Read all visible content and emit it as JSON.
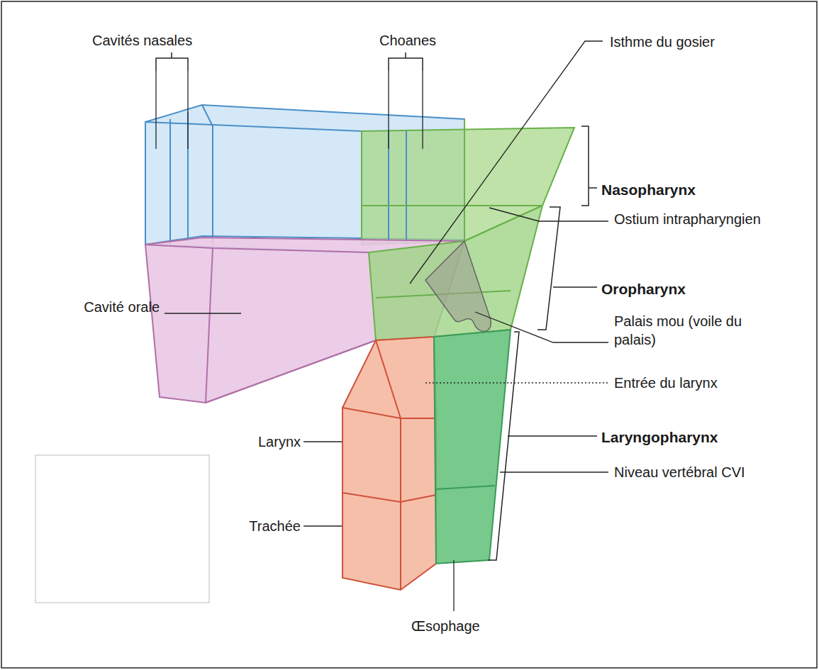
{
  "diagram": {
    "labels": [
      "Cavités nasales",
      "Choanes",
      "Isthme du gosier",
      "Nasopharynx",
      "Ostium intrapharyngien",
      "Oropharynx",
      "Cavité orale",
      "Palais mou (voile du palais)",
      "Entrée du larynx",
      "Larynx",
      "Laryngopharynx",
      "Niveau vertébral CVI",
      "Trachée",
      "Œsophage"
    ]
  }
}
